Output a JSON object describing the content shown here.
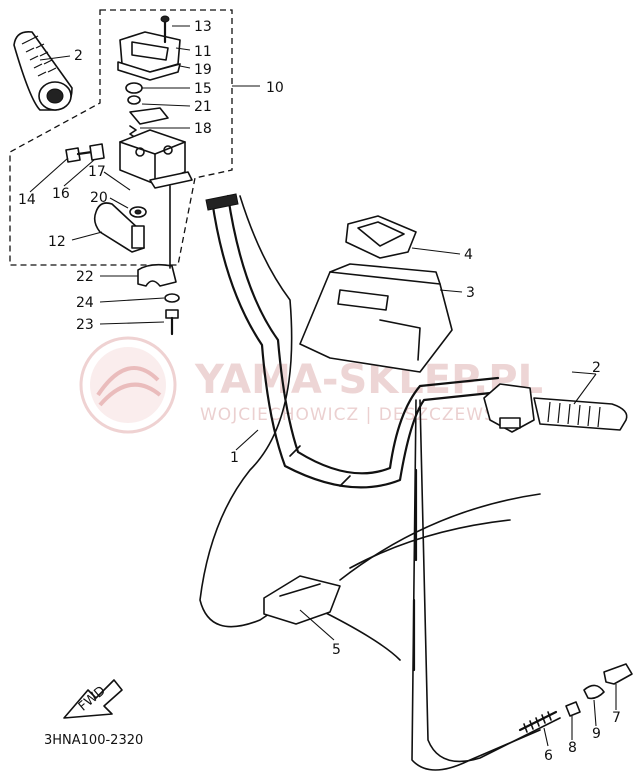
{
  "diagram": {
    "code": "3HNA100-2320",
    "fwd_label": "FWD",
    "watermark": {
      "brand": "YAMA-SKLEP.PL",
      "subtitle": "WOJCIECHOWICZ | DESZCZEWSKI"
    },
    "callouts": [
      {
        "id": "c13",
        "text": "13"
      },
      {
        "id": "c11",
        "text": "11"
      },
      {
        "id": "c19",
        "text": "19"
      },
      {
        "id": "c2a",
        "text": "2"
      },
      {
        "id": "c10",
        "text": "10"
      },
      {
        "id": "c15",
        "text": "15"
      },
      {
        "id": "c21",
        "text": "21"
      },
      {
        "id": "c18",
        "text": "18"
      },
      {
        "id": "c14",
        "text": "14"
      },
      {
        "id": "c16",
        "text": "16"
      },
      {
        "id": "c17",
        "text": "17"
      },
      {
        "id": "c20",
        "text": "20"
      },
      {
        "id": "c12",
        "text": "12"
      },
      {
        "id": "c4",
        "text": "4"
      },
      {
        "id": "c3",
        "text": "3"
      },
      {
        "id": "c22",
        "text": "22"
      },
      {
        "id": "c24",
        "text": "24"
      },
      {
        "id": "c23",
        "text": "23"
      },
      {
        "id": "c2b",
        "text": "2"
      },
      {
        "id": "c1",
        "text": "1"
      },
      {
        "id": "c5",
        "text": "5"
      },
      {
        "id": "c6",
        "text": "6"
      },
      {
        "id": "c8",
        "text": "8"
      },
      {
        "id": "c9",
        "text": "9"
      },
      {
        "id": "c7",
        "text": "7"
      }
    ]
  }
}
